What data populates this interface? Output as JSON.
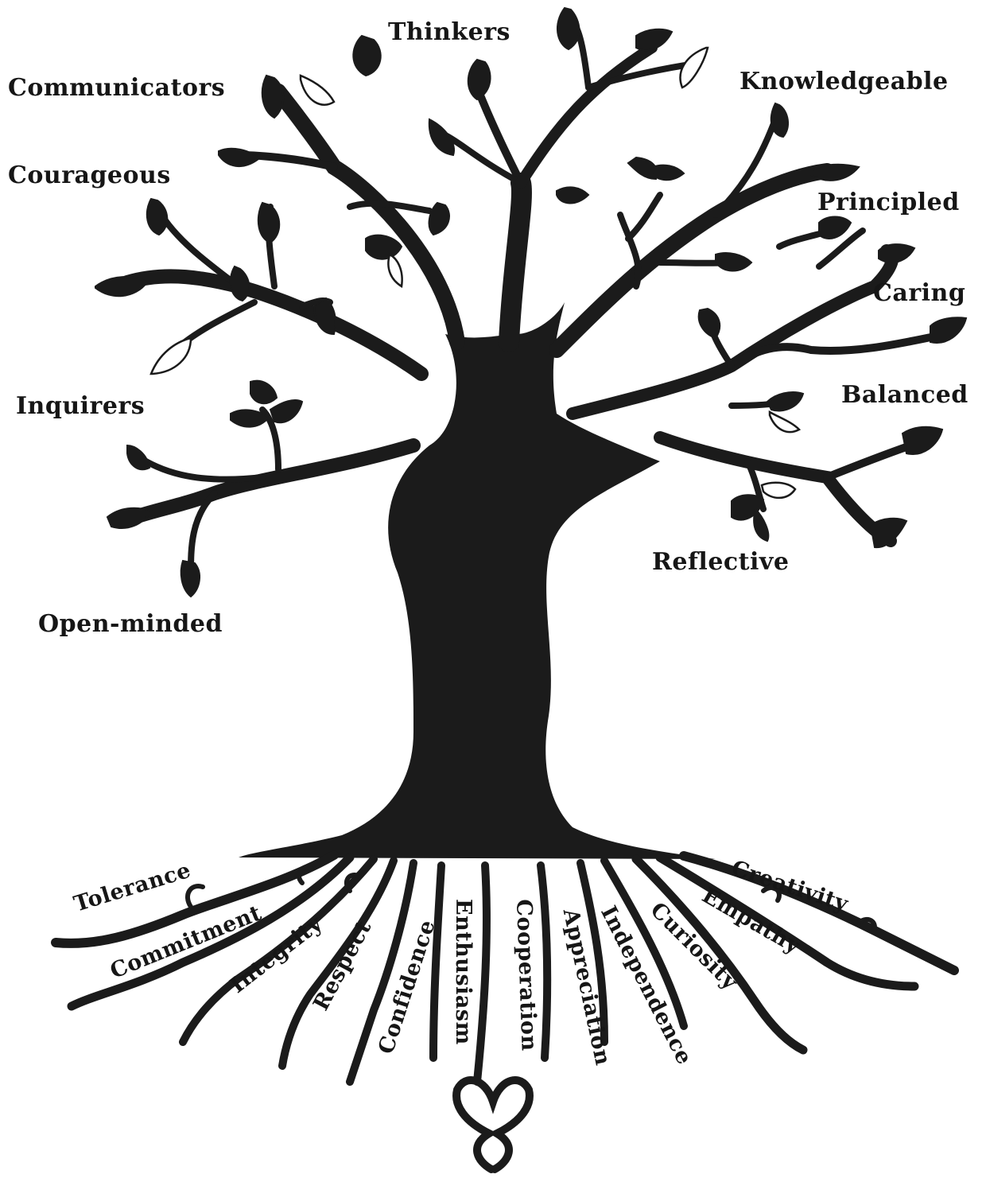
{
  "colors": {
    "ink": "#1b1b1b",
    "leaf_light": "#ffffff",
    "background": "#ffffff"
  },
  "branches": {
    "thinkers": "Thinkers",
    "communicators": "Communicators",
    "knowledgeable": "Knowledgeable",
    "courageous": "Courageous",
    "principled": "Principled",
    "caring": "Caring",
    "inquirers": "Inquirers",
    "balanced": "Balanced",
    "reflective": "Reflective",
    "open_minded": "Open-minded"
  },
  "roots": {
    "tolerance": "Tolerance",
    "commitment": "Commitment",
    "integrity": "Integrity",
    "respect": "Respect",
    "confidence": "Confidence",
    "enthusiasm": "Enthusiasm",
    "cooperation": "Cooperation",
    "appreciation": "Appreciation",
    "independence": "Independence",
    "curiosity": "Curiosity",
    "empathy": "Empathy",
    "creativity": "Creativity"
  },
  "icons": {
    "root_base": "heart-icon"
  }
}
